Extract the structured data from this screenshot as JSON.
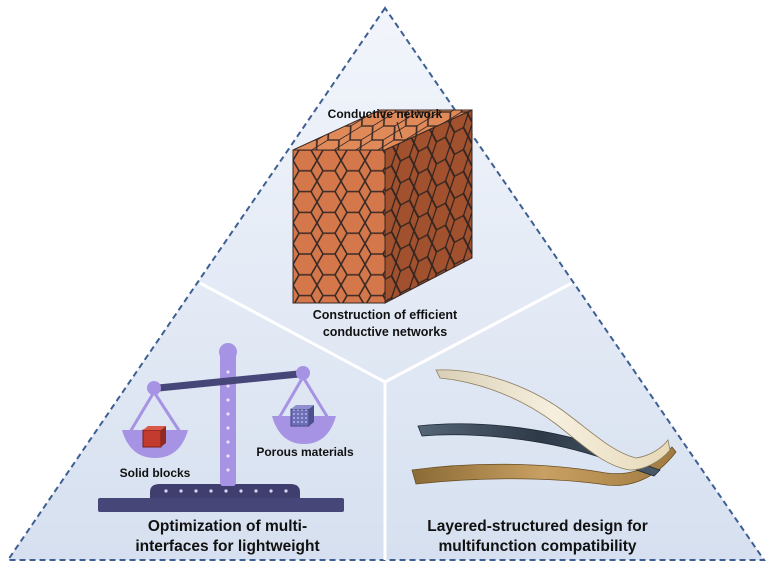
{
  "top_section": {
    "callout_label": "Conductive network",
    "caption_line1": "Construction of efficient",
    "caption_line2": "conductive networks"
  },
  "left_section": {
    "solid_label": "Solid blocks",
    "porous_label": "Porous materials",
    "caption_line1": "Optimization of multi-",
    "caption_line2": "interfaces for lightweight"
  },
  "right_section": {
    "caption_line1": "Layered-structured design for",
    "caption_line2": "multifunction compatibility"
  },
  "colors": {
    "triangle_fill": "#e4ebf6",
    "triangle_border": "#3d5f93",
    "cube_front": "#d4774a",
    "cube_side": "#b85d34",
    "cube_top": "#e08a5a",
    "scale": "#a693e3",
    "scale_dark": "#474678",
    "solid_block": "#c33a2e",
    "porous_block": "#6d6fb8",
    "layer_top": "#ece3cd",
    "layer_mid": "#3d4c5c",
    "layer_bottom": "#b58c4c"
  }
}
